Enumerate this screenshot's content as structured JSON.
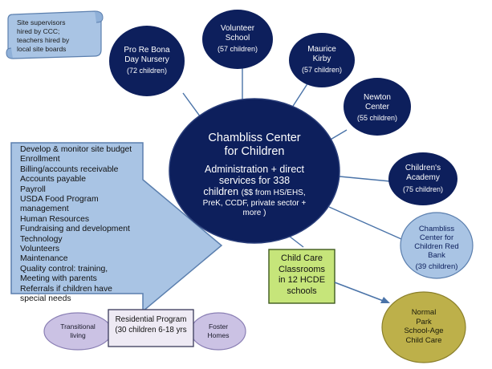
{
  "scroll_note": {
    "lines": [
      "Site supervisors",
      "hired by CCC;",
      "teachers hired by",
      "local site boards"
    ]
  },
  "center": {
    "title_lines": [
      "Chambliss Center",
      "for Children"
    ],
    "main_lines": [
      "Administration + direct",
      "services for 338",
      "children"
    ],
    "funding_lines": [
      "($$ from HS/EHS,",
      "PreK, CCDF, private sector +",
      "more )"
    ]
  },
  "sites": [
    {
      "name_lines": [
        "Pro Re Bona",
        "Day Nursery"
      ],
      "count": "(72 children)"
    },
    {
      "name_lines": [
        "Volunteer",
        "School"
      ],
      "count": "(57 children)"
    },
    {
      "name_lines": [
        "Maurice",
        "Kirby"
      ],
      "count": "(57 children)"
    },
    {
      "name_lines": [
        "Newton",
        "Center"
      ],
      "count": "(55 children)"
    },
    {
      "name_lines": [
        "Children's",
        "Academy"
      ],
      "count": "(75 children)"
    },
    {
      "name_lines": [
        "Chambliss",
        "Center for",
        "Children Red",
        "Bank"
      ],
      "count": "(39 children)"
    }
  ],
  "admin_duties": [
    "Develop & monitor site budget",
    "Enrollment",
    "Billing/accounts receivable",
    "Accounts payable",
    "Payroll",
    "USDA Food Program",
    "management",
    "Human Resources",
    "Fundraising and development",
    "Technology",
    "Volunteers",
    "Maintenance",
    "Quality control: training,",
    "Meeting with parents",
    "Referrals if children have",
    "special needs"
  ],
  "hcde_box": {
    "lines": [
      "Child Care",
      "Classrooms",
      "in 12 HCDE",
      "schools"
    ]
  },
  "school_age": {
    "lines": [
      "Normal",
      "Park",
      "School-Age",
      "Child Care"
    ]
  },
  "residential": {
    "lines": [
      "Residential Program",
      "(30 children 6-18  yrs"
    ]
  },
  "transitional": {
    "lines": [
      "Transitional",
      "living"
    ]
  },
  "foster": {
    "lines": [
      "Foster",
      "Homes"
    ]
  },
  "colors": {
    "navy": "#0d1f5c",
    "light_blue_fill": "#a9c4e4",
    "light_blue_stroke": "#5b7fae",
    "green_box": "#c6e57a",
    "olive": "#bdb04a",
    "lavender": "#cbc2e4",
    "res_box": "#eeeaf4",
    "connector": "#4a73a8"
  }
}
